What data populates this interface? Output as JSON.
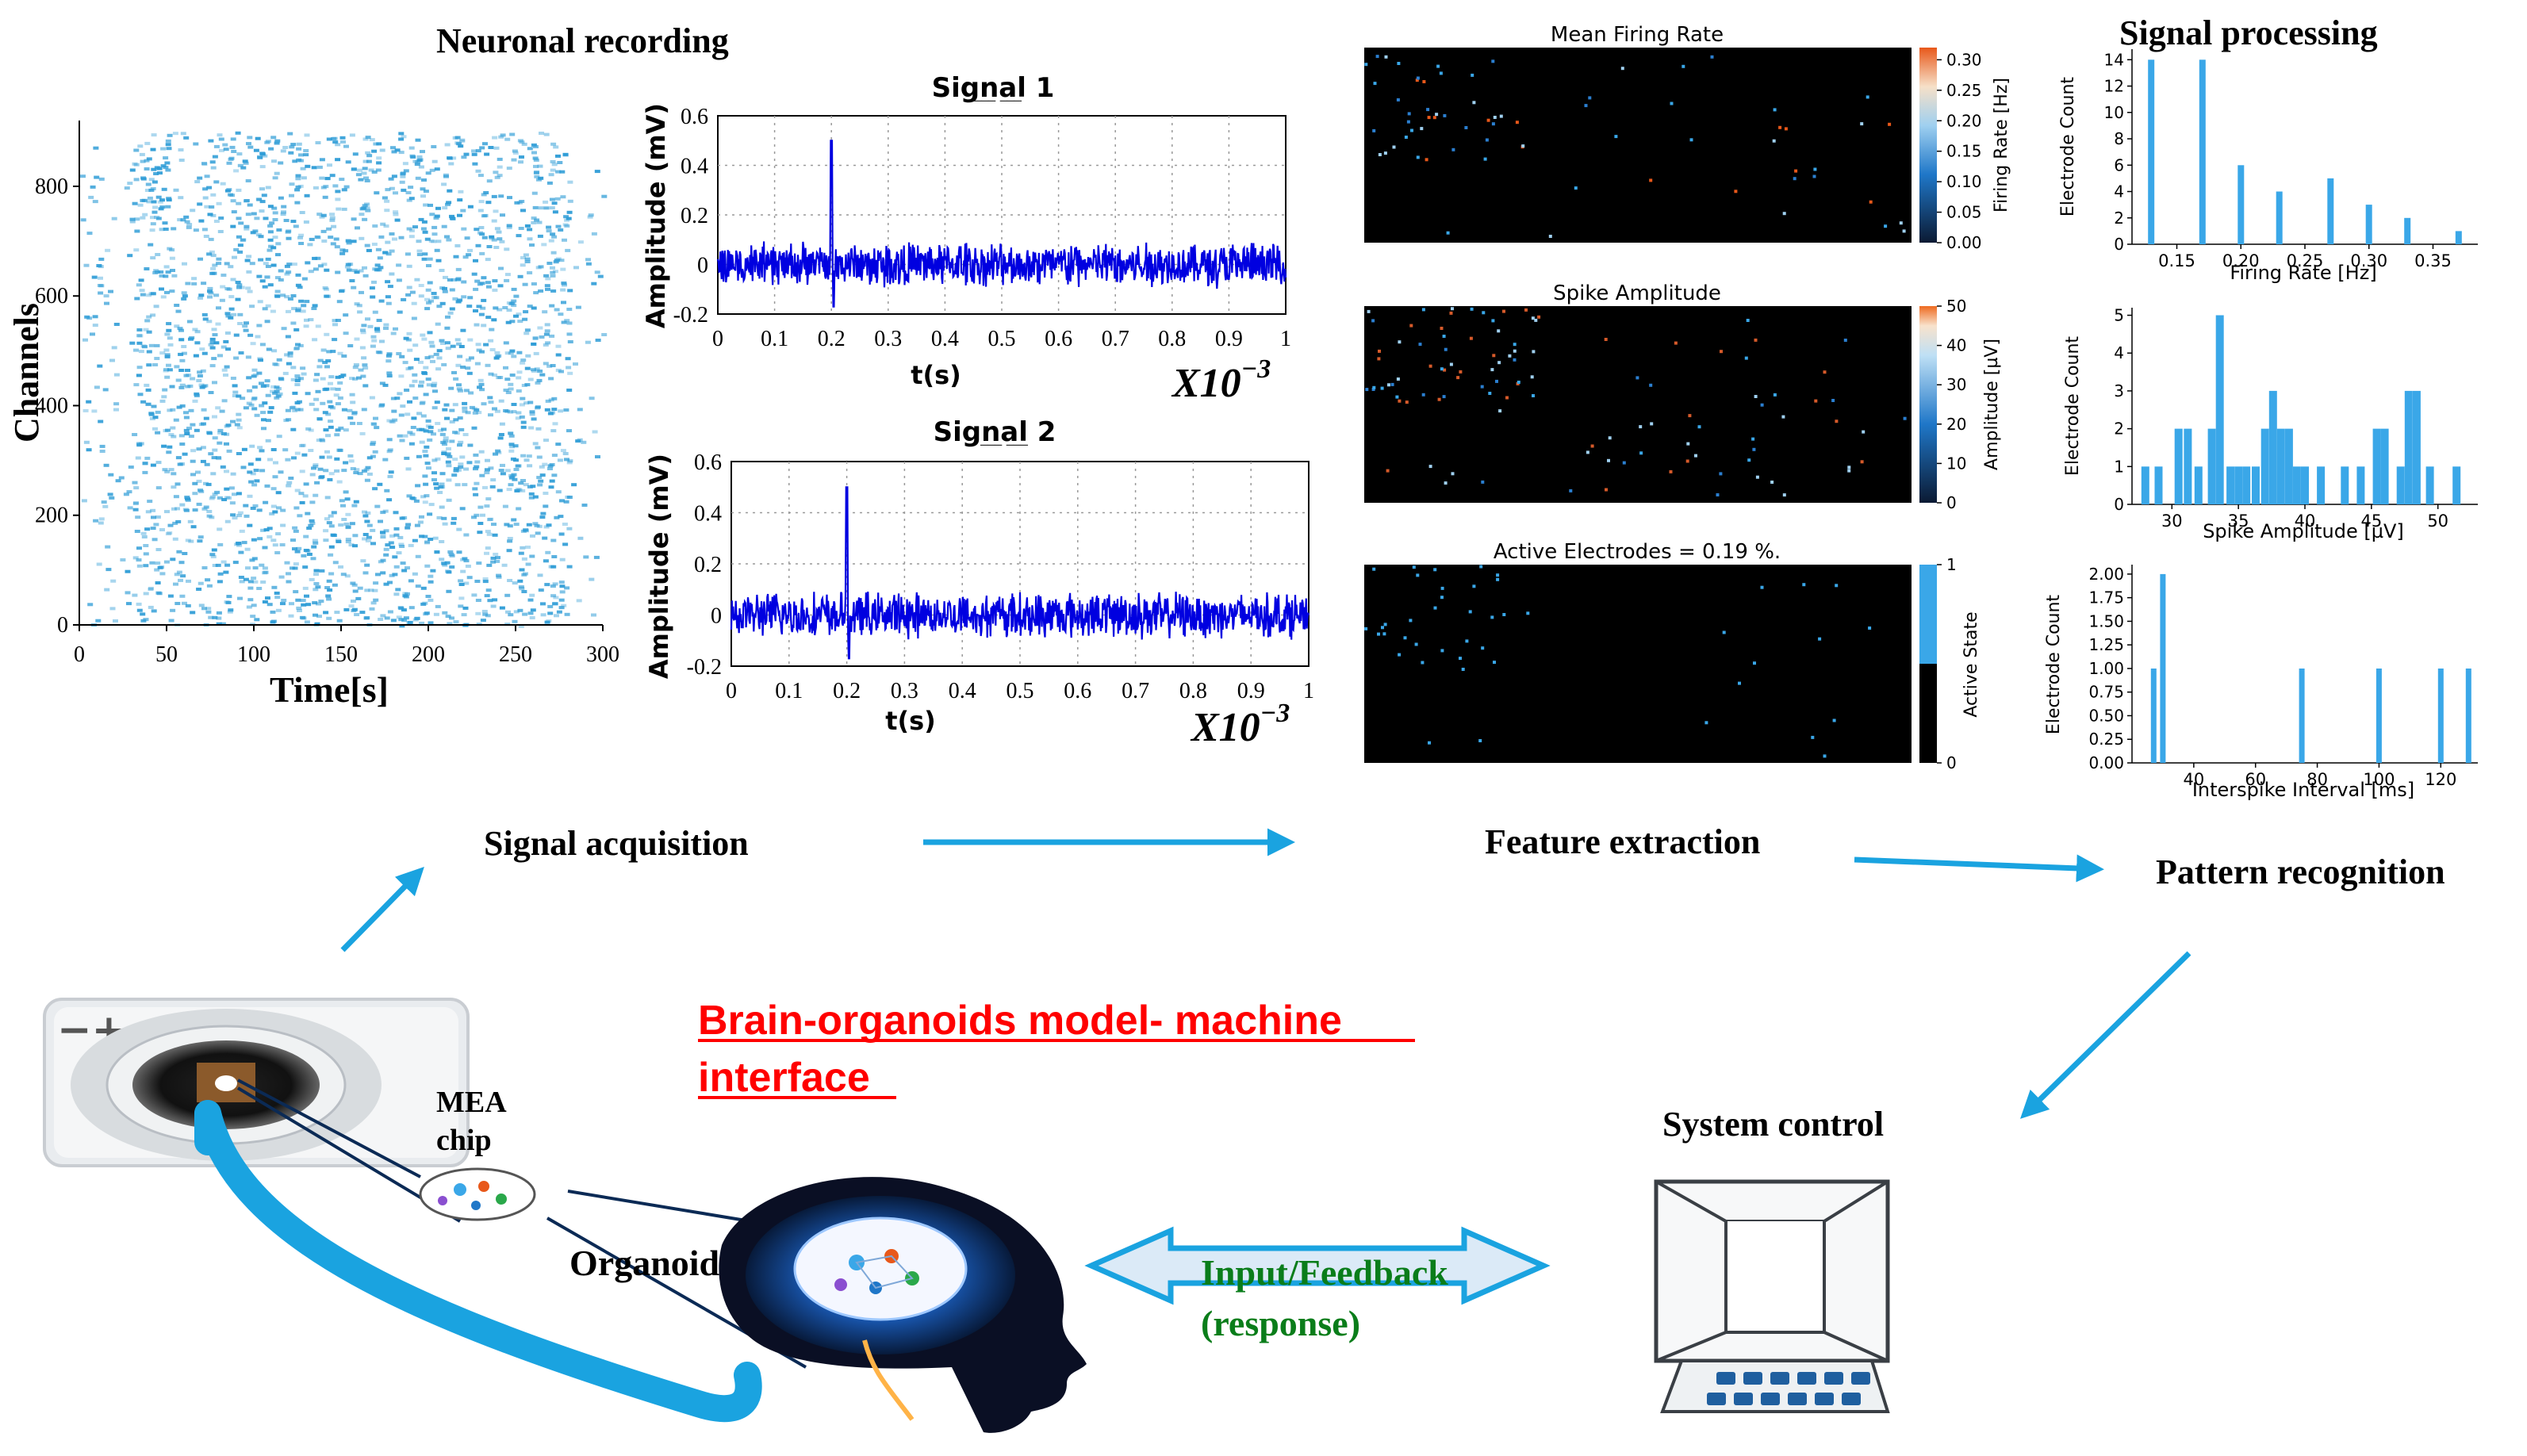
{
  "labels": {
    "neuronal_recording": "Neuronal recording",
    "signal_processing": "Signal processing",
    "signal_acquisition": "Signal acquisition",
    "feature_extraction": "Feature extraction",
    "pattern_recognition": "Pattern recognition",
    "system_control": "System control",
    "interface_title_line1": "Brain-organoids model- machine",
    "interface_title_line2": "interface",
    "mea_chip_line1": "MEA",
    "mea_chip_line2": "chip",
    "organoid": "Organoid",
    "input_feedback": "Input/Feedback",
    "response": "(response)"
  },
  "colors": {
    "accent_blue": "#1aa3e0",
    "raster_blue": "#2b9bd6",
    "signal_blue": "#0000e0",
    "hist_blue": "#3aa7e8",
    "red_title": "#ff0000",
    "green_text": "#0a7d1a"
  },
  "chart_data": [
    {
      "type": "scatter",
      "panel": "raster",
      "xlabel": "Time[s]",
      "ylabel": "Channels",
      "xlim": [
        0,
        300
      ],
      "ylim": [
        0,
        920
      ],
      "xticks": [
        "0",
        "50",
        "100",
        "150",
        "200",
        "250",
        "300"
      ],
      "yticks": [
        "0",
        "200",
        "400",
        "600",
        "800"
      ]
    },
    {
      "type": "line",
      "panel": "signal1",
      "title": "Signal 1",
      "xlabel": "t(s)",
      "ylabel": "Amplitude (mV)",
      "scale_label": "X10",
      "scale_exp": "−3",
      "xlim": [
        0,
        1
      ],
      "ylim": [
        -0.2,
        0.6
      ],
      "xticks": [
        "0",
        "0.1",
        "0.2",
        "0.3",
        "0.4",
        "0.5",
        "0.6",
        "0.7",
        "0.8",
        "0.9",
        "1"
      ],
      "yticks": [
        "0.6",
        "0.4",
        "0.2",
        "0",
        "-0.2"
      ],
      "spike_x": 0.2,
      "spike_y": 0.5
    },
    {
      "type": "line",
      "panel": "signal2",
      "title": "Signal 2",
      "xlabel": "t(s)",
      "ylabel": "Amplitude (mV)",
      "scale_label": "X10",
      "scale_exp": "−3",
      "xlim": [
        0,
        1
      ],
      "ylim": [
        -0.2,
        0.6
      ],
      "xticks": [
        "0",
        "0.1",
        "0.2",
        "0.3",
        "0.4",
        "0.5",
        "0.6",
        "0.7",
        "0.8",
        "0.9",
        "1"
      ],
      "yticks": [
        "0.6",
        "0.4",
        "0.2",
        "0",
        "-0.2"
      ],
      "spike_x": 0.2,
      "spike_y": 0.5
    },
    {
      "type": "heatmap",
      "panel": "mean_firing_rate",
      "title": "Mean Firing Rate",
      "colorbar_label": "Firing Rate [Hz]",
      "colorbar_ticks": [
        "0.30",
        "0.25",
        "0.20",
        "0.15",
        "0.10",
        "0.05",
        "0.00"
      ],
      "range": [
        0,
        0.32
      ]
    },
    {
      "type": "heatmap",
      "panel": "spike_amplitude",
      "title": "Spike Amplitude",
      "colorbar_label": "Amplitude [µV]",
      "colorbar_ticks": [
        "50",
        "40",
        "30",
        "20",
        "10",
        "0"
      ],
      "range": [
        0,
        50
      ]
    },
    {
      "type": "heatmap",
      "panel": "active_electrodes",
      "title": "Active Electrodes = 0.19 %.",
      "colorbar_label": "Active State",
      "colorbar_ticks": [
        "1",
        "0"
      ],
      "range": [
        0,
        1
      ]
    },
    {
      "type": "bar",
      "panel": "hist_firing_rate",
      "xlabel": "Firing Rate [Hz]",
      "ylabel": "Electrode Count",
      "xlim": [
        0.115,
        0.385
      ],
      "ylim": [
        0,
        14.8
      ],
      "xticks": [
        "0.15",
        "0.20",
        "0.25",
        "0.30",
        "0.35"
      ],
      "yticks": [
        "0",
        "2",
        "4",
        "6",
        "8",
        "10",
        "12",
        "14"
      ],
      "x": [
        0.13,
        0.17,
        0.2,
        0.23,
        0.27,
        0.3,
        0.33,
        0.37
      ],
      "values": [
        14,
        14,
        6,
        4,
        5,
        3,
        2,
        1
      ]
    },
    {
      "type": "bar",
      "panel": "hist_spike_amplitude",
      "xlabel": "Spike Amplitude [µV]",
      "ylabel": "Electrode Count",
      "xlim": [
        27,
        53
      ],
      "ylim": [
        0,
        5.2
      ],
      "xticks": [
        "30",
        "35",
        "40",
        "45",
        "50"
      ],
      "yticks": [
        "0",
        "1",
        "2",
        "3",
        "4",
        "5"
      ],
      "x": [
        28,
        29,
        30.5,
        31.2,
        32,
        33,
        33.6,
        34.4,
        35,
        35.6,
        36.3,
        37,
        37.6,
        38.2,
        38.8,
        39.4,
        40,
        41.2,
        43,
        44.2,
        45.4,
        46,
        47.2,
        47.8,
        48.4,
        49.4,
        51.4
      ],
      "values": [
        1,
        1,
        2,
        2,
        1,
        2,
        5,
        1,
        1,
        1,
        1,
        2,
        3,
        2,
        2,
        1,
        1,
        1,
        1,
        1,
        2,
        2,
        1,
        3,
        3,
        1,
        1
      ]
    },
    {
      "type": "bar",
      "panel": "hist_isi",
      "xlabel": "Interspike Interval [ms]",
      "ylabel": "Electrode Count",
      "xlim": [
        20,
        132
      ],
      "ylim": [
        0,
        2.1
      ],
      "xticks": [
        "40",
        "60",
        "80",
        "100",
        "120"
      ],
      "yticks": [
        "0.00",
        "0.25",
        "0.50",
        "0.75",
        "1.00",
        "1.25",
        "1.50",
        "1.75",
        "2.00"
      ],
      "x": [
        27,
        30,
        75,
        100,
        120,
        129
      ],
      "values": [
        1,
        2,
        1,
        1,
        1,
        1
      ]
    }
  ]
}
